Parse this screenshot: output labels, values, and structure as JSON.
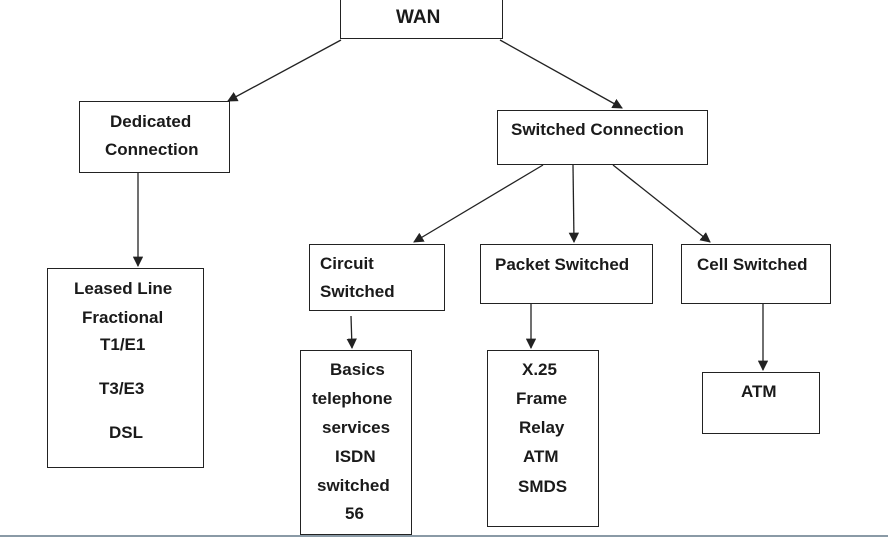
{
  "diagram": {
    "root": {
      "label": "WAN"
    },
    "dedicated": {
      "line1": "Dedicated",
      "line2": "Connection"
    },
    "switched": {
      "label": "Switched Connection"
    },
    "circuit": {
      "line1": "Circuit",
      "line2": "Switched"
    },
    "packet": {
      "label": "Packet Switched"
    },
    "cell": {
      "label": "Cell Switched"
    },
    "leased": {
      "items": [
        "Leased Line",
        "Fractional",
        "T1/E1",
        "T3/E3",
        "DSL"
      ]
    },
    "circuit_services": {
      "items": [
        "Basics",
        "telephone",
        "services",
        "ISDN",
        "switched",
        "56"
      ]
    },
    "packet_services": {
      "items": [
        "X.25",
        "Frame",
        "Relay",
        "ATM",
        "SMDS"
      ]
    },
    "cell_services": {
      "items": [
        "ATM"
      ]
    }
  },
  "colors": {
    "line": "#222222",
    "border": "#222222",
    "background": "#ffffff",
    "bottom_rule": "#8a9aa6"
  }
}
